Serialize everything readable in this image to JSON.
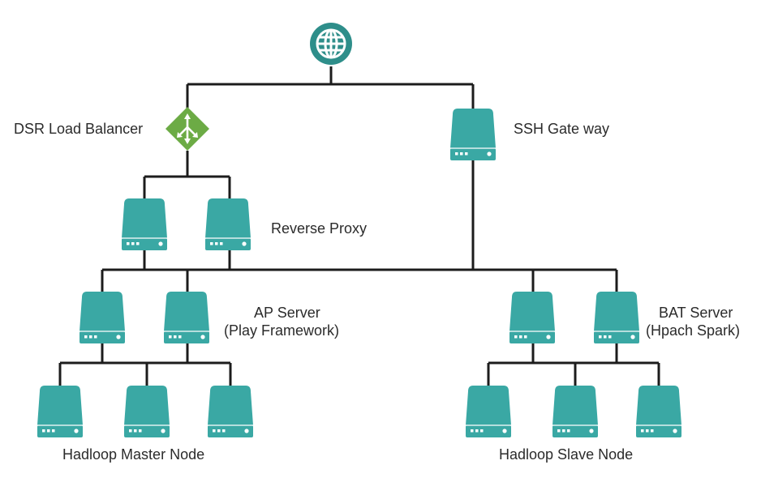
{
  "labels": {
    "dsr": "DSR Load Balancer",
    "ssh": "SSH Gate way",
    "reverse_proxy": "Reverse Proxy",
    "ap_server_1": "AP Server",
    "ap_server_2": "(Play Framework)",
    "bat_server_1": "BAT Server",
    "bat_server_2": "(Hpach Spark)",
    "master": "Hadloop Master Node",
    "slave": "Hadloop Slave Node"
  },
  "colors": {
    "server_body": "#3aa8a4",
    "server_base": "#2e8e8a",
    "balancer": "#6cab45",
    "globe": "#2e8e8a",
    "line": "#1c1c1c"
  },
  "icons": {
    "internet": "globe-icon",
    "balancer": "load-balancer-icon",
    "server": "server-icon"
  }
}
